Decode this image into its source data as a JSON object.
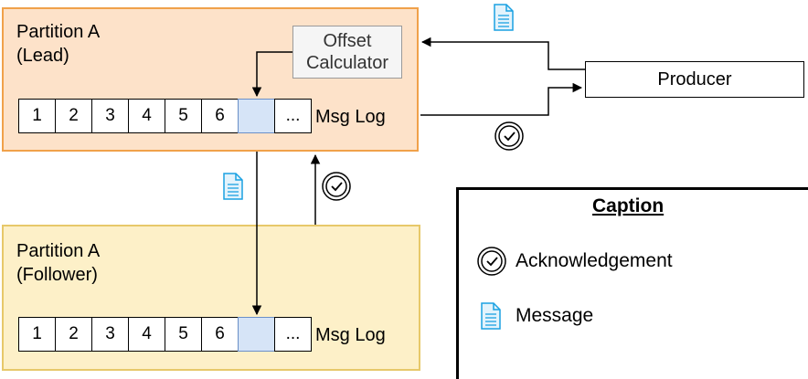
{
  "lead": {
    "title_line1": "Partition A",
    "title_line2": "(Lead)",
    "cells": [
      "1",
      "2",
      "3",
      "4",
      "5",
      "6",
      "",
      "..."
    ],
    "log_label": "Msg Log"
  },
  "follower": {
    "title_line1": "Partition A",
    "title_line2": "(Follower)",
    "cells": [
      "1",
      "2",
      "3",
      "4",
      "5",
      "6",
      "",
      "..."
    ],
    "log_label": "Msg Log"
  },
  "offset_calculator": {
    "line1": "Offset",
    "line2": "Calculator"
  },
  "producer": {
    "label": "Producer"
  },
  "caption": {
    "title": "Caption",
    "ack_label": "Acknowledgement",
    "message_label": "Message"
  },
  "colors": {
    "lead_fill": "#fde2c9",
    "lead_border": "#f0a14a",
    "follower_fill": "#fdf0c8",
    "follower_border": "#e7c86a",
    "highlight_cell": "#d6e4f7",
    "message_icon": "#1ba1e2"
  },
  "icons": [
    "message-icon",
    "acknowledgement-icon"
  ]
}
